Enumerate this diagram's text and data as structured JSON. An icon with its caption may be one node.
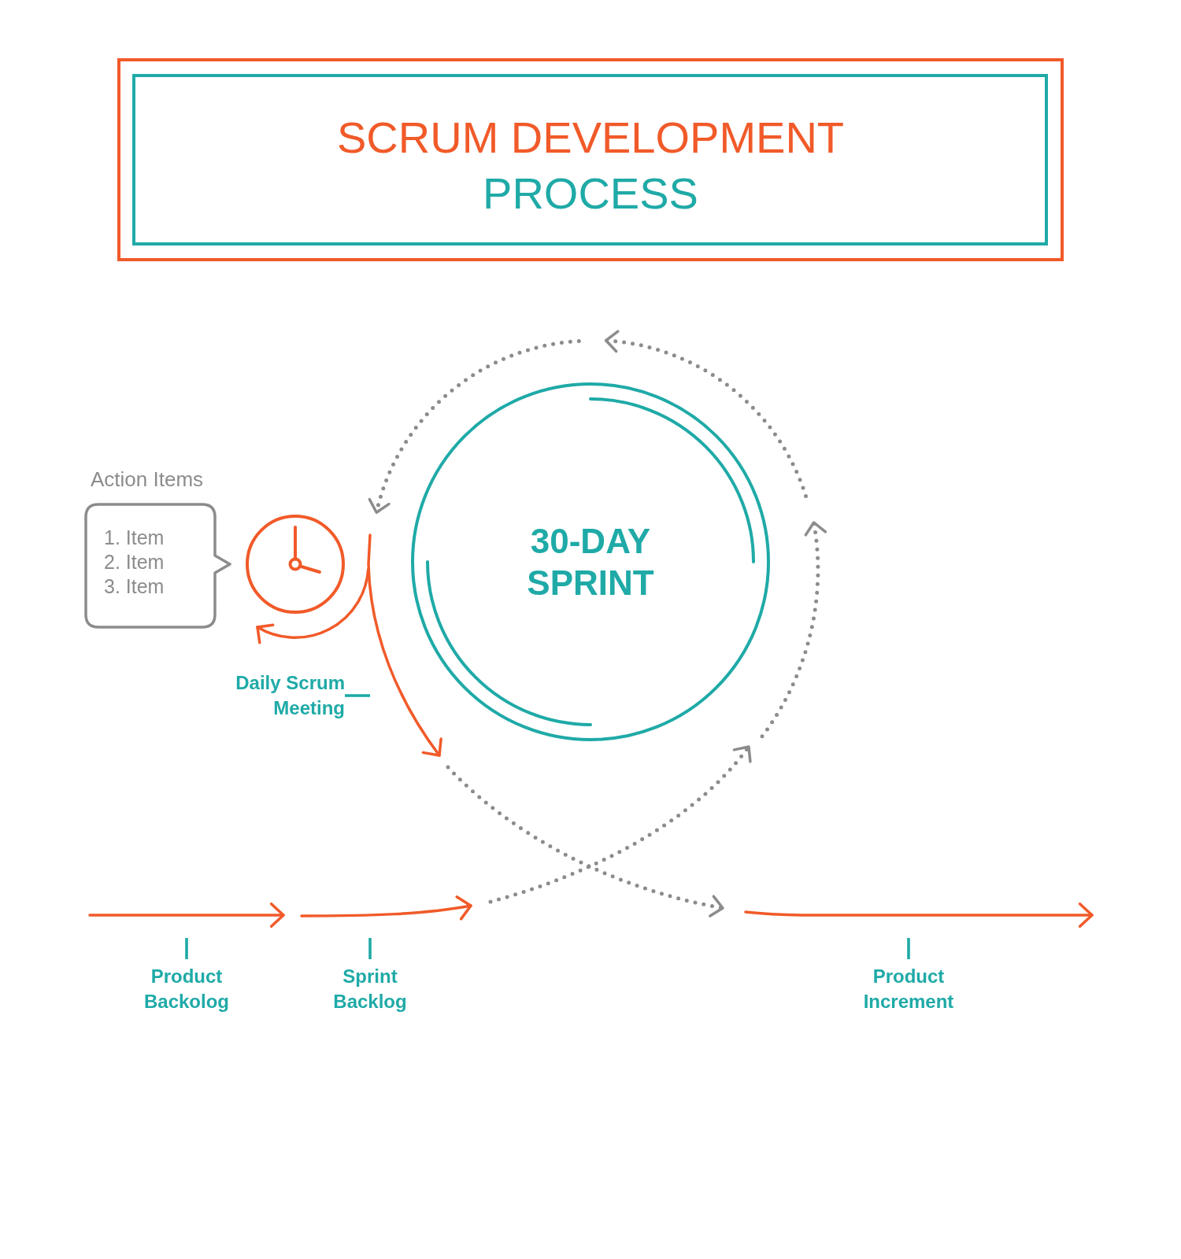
{
  "diagram": {
    "title": "SCRUM DEVELOPMENT PROCESS",
    "nodes": [
      {
        "text": [
          "Action Items",
          "1. Item",
          "2. Item",
          "3. Item"
        ]
      },
      {
        "text": [
          "30-DAY SPRINT"
        ]
      },
      {
        "text": [
          "Daily Scrum Meeting"
        ]
      },
      {
        "text": [
          "Product Backolog"
        ]
      },
      {
        "text": [
          "Sprint Backlog"
        ]
      },
      {
        "text": [
          "Product Increment"
        ]
      }
    ],
    "edges": [
      {
        "from": 2,
        "to": null,
        "arrow": "none"
      },
      {
        "from": 3,
        "to": null,
        "arrow": "none"
      },
      {
        "from": 4,
        "to": null,
        "arrow": "none"
      },
      {
        "from": 5,
        "to": null,
        "arrow": "none"
      }
    ]
  }
}
